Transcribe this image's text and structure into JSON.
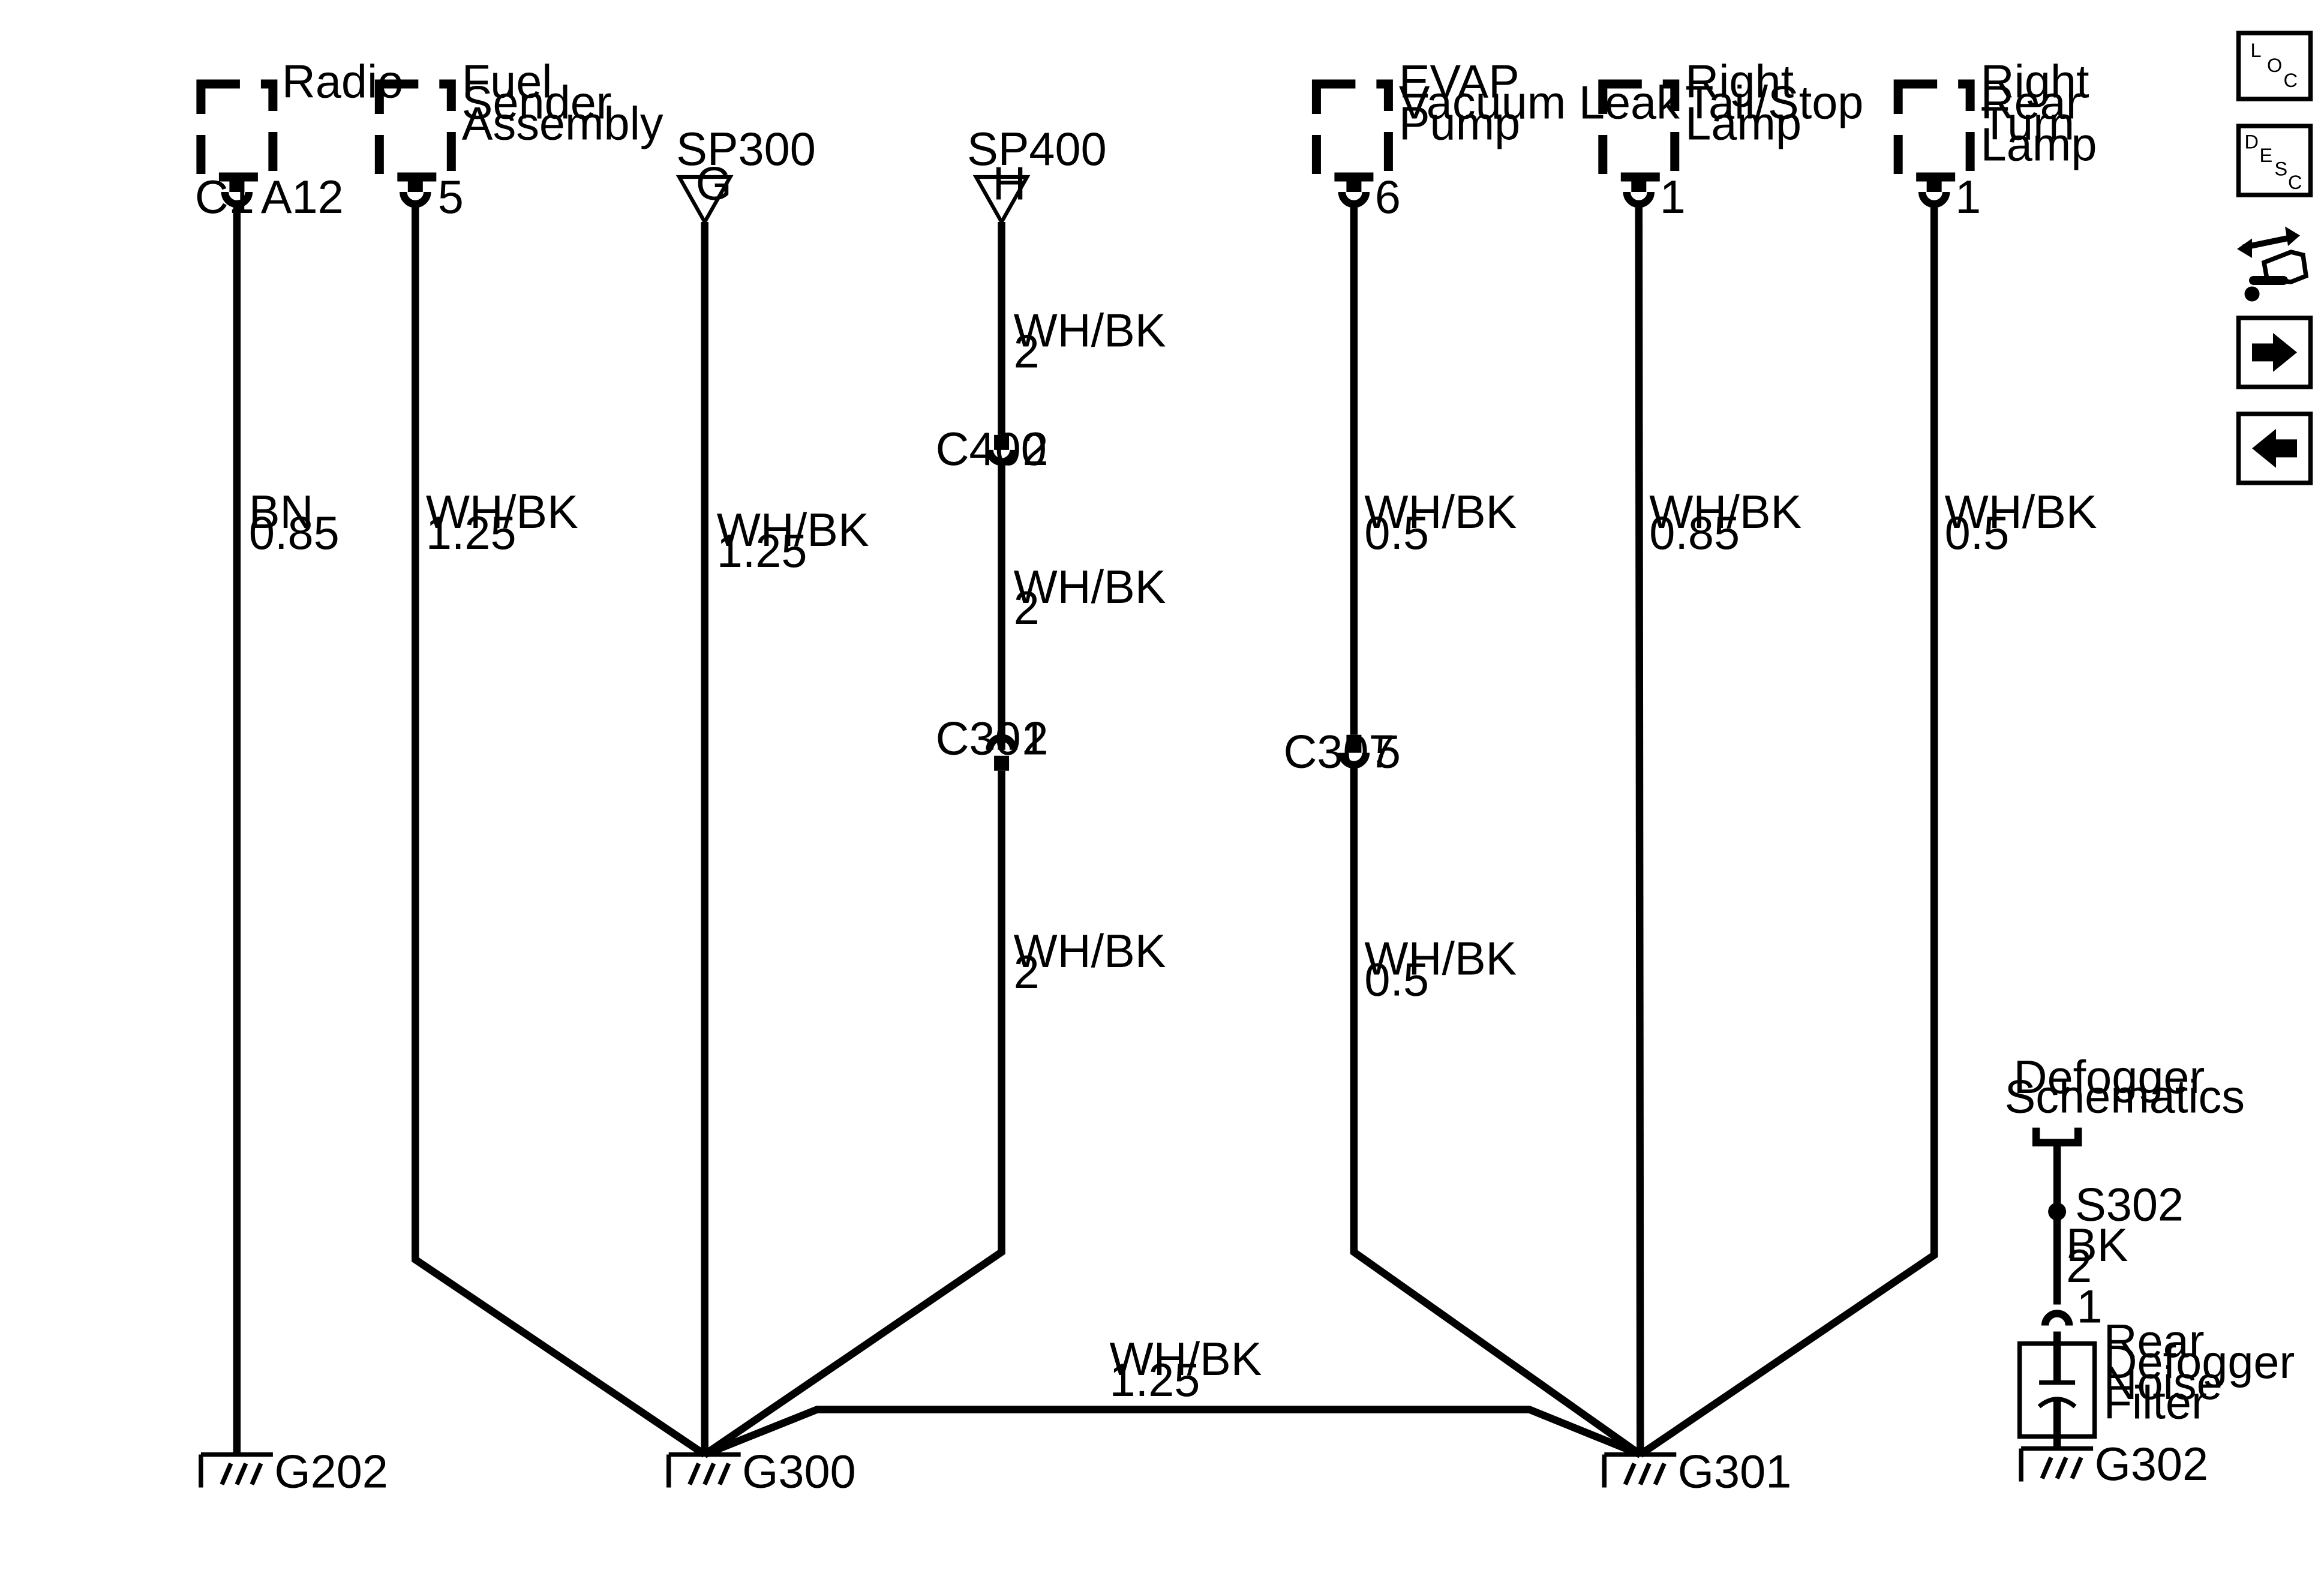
{
  "components": {
    "radio": {
      "name": [
        "Radio"
      ],
      "connector": "C1",
      "pin": "A12"
    },
    "fuel_sender": {
      "name": [
        "Fuel",
        "Sender",
        "Assembly"
      ],
      "pin": "5"
    },
    "evap_pump": {
      "name": [
        "EVAP",
        "Vacuum Leak",
        "Pump"
      ],
      "pin": "6"
    },
    "right_tail_stop": {
      "name": [
        "Right",
        "Tail/Stop",
        "Lamp"
      ],
      "pin": "1"
    },
    "right_rear_turn": {
      "name": [
        "Right",
        "Rear",
        "Turn",
        "Lamp"
      ],
      "pin": "1"
    },
    "defogger_filter": {
      "name": [
        "Rear",
        "Defogger",
        "Noise",
        "Filter"
      ],
      "pin": "1"
    }
  },
  "splices": {
    "sp300": {
      "label": "SP300",
      "letter": "G"
    },
    "sp400": {
      "label": "SP400",
      "letter": "H"
    },
    "s302": {
      "label": "S302"
    }
  },
  "connectors": {
    "c400": {
      "label": "C400",
      "pin": "2"
    },
    "c301": {
      "label": "C301",
      "pin": "2"
    },
    "c307": {
      "label": "C307",
      "pin": "5"
    }
  },
  "wires": {
    "radio": [
      "BN",
      "0.85"
    ],
    "fuel_sender": [
      "WH/BK",
      "1.25"
    ],
    "sp300": [
      "WH/BK",
      "1.25"
    ],
    "sp400_top": [
      "WH/BK",
      "2"
    ],
    "sp400_mid": [
      "WH/BK",
      "2"
    ],
    "sp400_bottom": [
      "WH/BK",
      "2"
    ],
    "evap_top": [
      "WH/BK",
      "0.5"
    ],
    "evap_bottom": [
      "WH/BK",
      "0.5"
    ],
    "tail_stop": [
      "WH/BK",
      "0.85"
    ],
    "rear_turn": [
      "WH/BK",
      "0.5"
    ],
    "g300_g301": [
      "WH/BK",
      "1.25"
    ],
    "defogger": [
      "BK",
      "2"
    ]
  },
  "reference": {
    "name": [
      "Defogger",
      "Schematics"
    ]
  },
  "grounds": {
    "g202": "G202",
    "g300": "G300",
    "g301": "G301",
    "g302": "G302"
  },
  "nav": {
    "loc": [
      "L",
      "O",
      "C"
    ],
    "desc": [
      "D",
      "E",
      "S",
      "C"
    ],
    "connector_icon": "connector-end-view-icon",
    "next_icon": "arrow-right-icon",
    "prev_icon": "arrow-left-icon"
  }
}
